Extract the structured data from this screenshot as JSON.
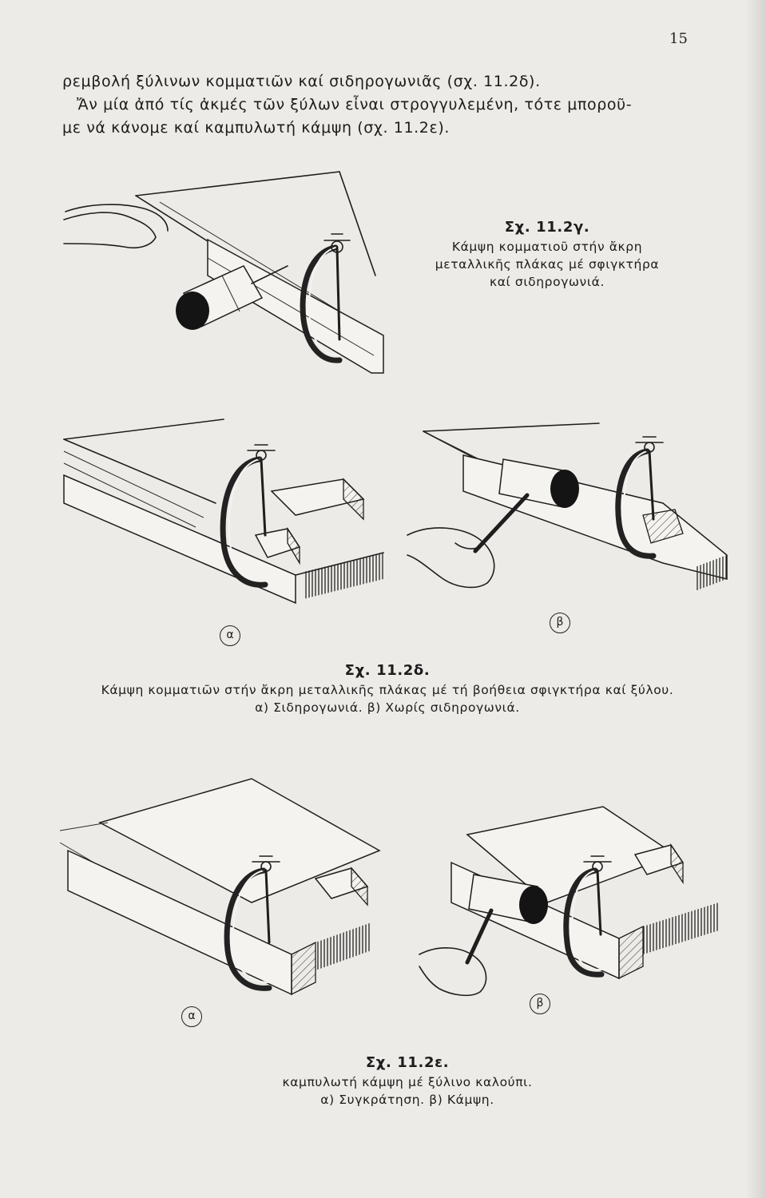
{
  "page_number": "15",
  "intro": {
    "line1": "ρεμβολή ξύλινων κομματιῶν καί σιδηρογωνιᾶς (σχ. 11.2δ).",
    "line2": "Ἄν μία ἀπό τίς ἀκμές τῶν ξύλων εἶναι στρογγυλεμένη, τότε μποροῦ-",
    "line3": "με νά κάνομε καί καμπυλωτή κάμψη (σχ. 11.2ε)."
  },
  "fig_g": {
    "title": "Σχ. 11.2γ.",
    "lines": [
      "Κάμψη κομματιοῦ στήν ἄκρη",
      "μεταλλικῆς πλάκας μέ σφιγκτήρα",
      "καί σιδηρογωνιά."
    ]
  },
  "fig_d": {
    "label_a": "α",
    "label_b": "β",
    "title": "Σχ. 11.2δ.",
    "lines": [
      "Κάμψη κομματιῶν στήν ἄκρη μεταλλικῆς πλάκας μέ τή βοήθεια σφιγκτήρα καί ξύλου.",
      "α) Σιδηρογωνιά. β) Χωρίς σιδηρογωνιά."
    ]
  },
  "fig_e": {
    "label_a": "α",
    "label_b": "β",
    "title": "Σχ. 11.2ε.",
    "lines": [
      "καμπυλωτή κάμψη μέ ξύλινο καλούπι.",
      "α) Συγκράτηση. β) Κάμψη."
    ]
  }
}
